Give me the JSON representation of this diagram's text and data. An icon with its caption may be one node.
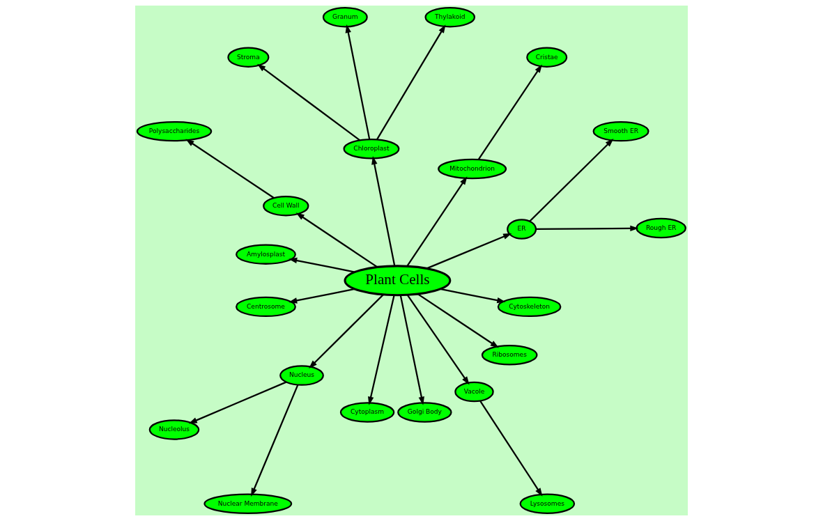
{
  "diagram": {
    "nodes": [
      {
        "text": [
          "Plant Cells"
        ]
      },
      {
        "text": [
          "Rough ER"
        ]
      },
      {
        "text": [
          "Smooth ER"
        ]
      },
      {
        "text": [
          "ER"
        ]
      },
      {
        "text": [
          "Cristae"
        ]
      },
      {
        "text": [
          "Mitochondrion"
        ]
      },
      {
        "text": [
          "Thylakoid"
        ]
      },
      {
        "text": [
          "Granum"
        ]
      },
      {
        "text": [
          "Chloroplast"
        ]
      },
      {
        "text": [
          "Stroma"
        ]
      },
      {
        "text": [
          "Cell Wall"
        ]
      },
      {
        "text": [
          "Polysaccharides"
        ]
      },
      {
        "text": [
          "Amylosplast"
        ]
      },
      {
        "text": [
          "Centrosome"
        ]
      },
      {
        "text": [
          "Nucleus"
        ]
      },
      {
        "text": [
          "Nucleolus"
        ]
      },
      {
        "text": [
          "Nuclear Membrane"
        ]
      },
      {
        "text": [
          "Cytoplasm"
        ]
      },
      {
        "text": [
          "Golgi Body"
        ]
      },
      {
        "text": [
          "Vacole"
        ]
      },
      {
        "text": [
          "Ribosomes"
        ]
      },
      {
        "text": [
          "Cytoskeleton"
        ]
      },
      {
        "text": [
          "Lysosomes"
        ]
      }
    ],
    "edges": [
      {
        "from": 0,
        "to": 3,
        "arrow": "to"
      },
      {
        "from": 3,
        "to": 1,
        "arrow": "to"
      },
      {
        "from": 3,
        "to": 2,
        "arrow": "to"
      },
      {
        "from": 0,
        "to": 5,
        "arrow": "to"
      },
      {
        "from": 5,
        "to": 4,
        "arrow": "to"
      },
      {
        "from": 0,
        "to": 8,
        "arrow": "to"
      },
      {
        "from": 8,
        "to": 6,
        "arrow": "to"
      },
      {
        "from": 8,
        "to": 7,
        "arrow": "to"
      },
      {
        "from": 8,
        "to": 9,
        "arrow": "to"
      },
      {
        "from": 0,
        "to": 10,
        "arrow": "to"
      },
      {
        "from": 10,
        "to": 11,
        "arrow": "to"
      },
      {
        "from": 0,
        "to": 12,
        "arrow": "to"
      },
      {
        "from": 0,
        "to": 13,
        "arrow": "to"
      },
      {
        "from": 0,
        "to": 14,
        "arrow": "to"
      },
      {
        "from": 14,
        "to": 15,
        "arrow": "to"
      },
      {
        "from": 14,
        "to": 16,
        "arrow": "to"
      },
      {
        "from": 0,
        "to": 21,
        "arrow": "to"
      },
      {
        "from": 0,
        "to": 20,
        "arrow": "to"
      },
      {
        "from": 0,
        "to": 17,
        "arrow": "to"
      },
      {
        "from": 0,
        "to": 19,
        "arrow": "to"
      },
      {
        "from": 19,
        "to": 22,
        "arrow": "to"
      },
      {
        "from": 0,
        "to": 18,
        "arrow": "to"
      }
    ]
  }
}
